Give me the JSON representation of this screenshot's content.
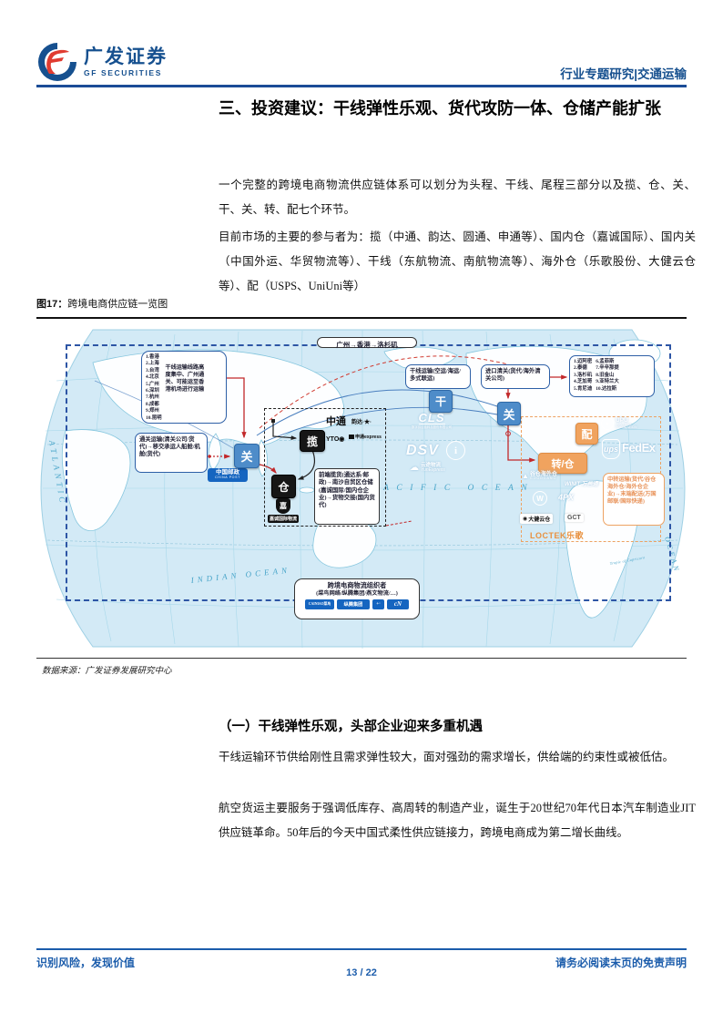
{
  "header": {
    "logo_cn": "广发证券",
    "logo_en": "GF SECURITIES",
    "doc_type": "行业专题研究",
    "divider": "|",
    "category": "交通运输",
    "brand_blue": "#16508f",
    "brand_red": "#e03c31"
  },
  "title": "三、投资建议：干线弹性乐观、货代攻防一体、仓储产能扩张",
  "intro": {
    "p1": "一个完整的跨境电商物流供应链体系可以划分为头程、干线、尾程三部分以及揽、仓、关、干、关、转、配七个环节。",
    "p2": "目前市场的主要的参与者为：揽（中通、韵达、圆通、申通等）、国内仓（嘉诚国际）、国内关（中国外运、华贸物流等）、干线（东航物流、南航物流等）、海外仓（乐歌股份、大健云仓等）、配（USPS、UniUni等）"
  },
  "figure": {
    "caption_label": "图17：",
    "caption": "跨境电商供应链一览图",
    "source": "数据来源：广发证券发展研究中心",
    "map": {
      "route": "广州→香港→洛杉矶",
      "cn_airports": [
        "1.香港",
        "2.上海",
        "3.台湾",
        "4.北京",
        "5.广州",
        "6.深圳",
        "7.杭州",
        "8.成都",
        "9.郑州",
        "10.昆明"
      ],
      "cn_airports_note": "干线运输线路高度集中、广州通关、可能运至香港机场进行运输",
      "customs_note": "通关运输(清关公司/货代)→移交承运人船舱/机舱(货代)",
      "head_note": "前端揽货(通达系/邮政)→南沙自贸区仓储(嘉诚国际/国内仓企业)→货物交接(国内货代)",
      "trunk_note": "干线运输(空运/海运/多式联运)",
      "import_note": "进口清关(货代/海外清关公司)",
      "us_airports_col1": [
        "1.迈阿密",
        "2.泰德",
        "3.洛杉矶",
        "4.芝加哥",
        "5.肯尼迪"
      ],
      "us_airports_col2": [
        "6.孟菲斯",
        "7.辛辛那提",
        "8.旧金山",
        "9.亚特兰大",
        "10.达拉斯"
      ],
      "transfer_note": "中转运输(货代/谷仓海外仓/海外仓企业)→末端配送(万国邮联/国际快递)",
      "organizer": {
        "title": "跨境电商物流组织者",
        "subtitle": "(菜鸟网络/纵腾集团/燕文物流/…)",
        "logos": [
          "CAINIAO菜鸟",
          "纵腾集团",
          "+·",
          "cN"
        ]
      },
      "nodes": {
        "lan": "揽",
        "cang": "仓",
        "guan1": "关",
        "gan": "干",
        "guan2": "关",
        "pei": "配",
        "zhuan": "转/仓"
      },
      "logos": {
        "china_post_cn": "中国邮政",
        "china_post_en": "CHINA POST",
        "zto": "中通",
        "yunda": "韵达·★·",
        "yto": "YTO◉",
        "sto": "申通express",
        "jiacheng_mark": "嘉",
        "jiacheng": "嘉诚国际物流",
        "cls": "CLS",
        "cls_sub": "数字供应链科技股份有限公司",
        "dsv": "DSV",
        "sinotrans": "i",
        "yunexpress_cn": "云途物流",
        "yunexpress_en": "YunExpress",
        "upu": "UPU",
        "upu_sub": "UNIVERSAL POSTAL UNION",
        "ups": "ups",
        "fedex": "FedEx",
        "goodcang_cn": "谷仓海外仓",
        "goodcang_en": "GOODCANG",
        "winit": "WINIT 万邑通",
        "westernpost": "W",
        "fourpx": "4PX",
        "gigacloud": "大健云仓",
        "gct": "GCT",
        "loctek": "LOCTEK乐歌"
      },
      "oceans": {
        "atlantic": "ATLANTIC",
        "pacific": "PACIFIC OCEAN",
        "indian": "INDIAN OCEAN",
        "ocean": "OCEAN",
        "tropic": "Tropic of Capricorn"
      }
    }
  },
  "section": {
    "heading": "（一）干线弹性乐观，头部企业迎来多重机遇",
    "p1": "干线运输环节供给刚性且需求弹性较大，面对强劲的需求增长，供给端的约束性或被低估。",
    "p2": "航空货运主要服务于强调低库存、高周转的制造产业，诞生于20世纪70年代日本汽车制造业JIT供应链革命。50年后的今天中国式柔性供应链接力，跨境电商成为第二增长曲线。"
  },
  "footer": {
    "slogan": "识别风险，发现价值",
    "disclaimer": "请务必阅读末页的免责声明",
    "page": "13 / 22"
  }
}
